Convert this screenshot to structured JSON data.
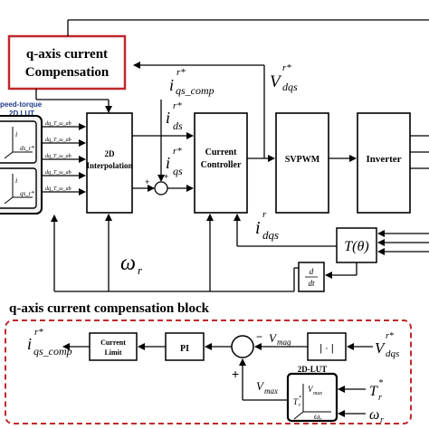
{
  "top": {
    "qaxis_block": {
      "line1": "q-axis current",
      "line2": "Compensation",
      "border_color": "#c0282d"
    },
    "lut_header": {
      "line1": "peed-torque",
      "line2": "2D LUT"
    },
    "interp": {
      "line1": "2D",
      "line2": "Interpolation"
    },
    "controller": {
      "line1": "Current",
      "line2": "Controller"
    },
    "svpwm": "SVPWM",
    "inverter": "Inverter",
    "theta": "T(θ)",
    "derivative": {
      "num": "d",
      "den": "dt"
    },
    "signals": {
      "iqs_comp": {
        "base": "i",
        "sup": "r*",
        "sub": "qs_comp"
      },
      "ids": {
        "base": "i",
        "sup": "r*",
        "sub": "ds"
      },
      "iqs": {
        "base": "i",
        "sup": "r*",
        "sub": "qs"
      },
      "vdqs": {
        "base": "V",
        "sup": "r*",
        "sub": "dqs"
      },
      "idqs": {
        "base": "i",
        "sup": "r",
        "sub": "dqs"
      },
      "omega": {
        "base": "ω",
        "sub": "r"
      }
    },
    "sum_signs": {
      "plus1": "+",
      "plus2": "+"
    },
    "lut_cells": [
      {
        "sup": "i",
        "sub": "ds_r*",
        "label": "dq_T_ω_ab"
      },
      {
        "sup": "i",
        "sub": "qs_r*",
        "label": "dq_T_ω_ab"
      }
    ]
  },
  "bottom": {
    "title": "q-axis current compensation block",
    "border_color": "#c0282d",
    "current_limit": {
      "line1": "Current",
      "line2": "Limit"
    },
    "pi": "PI",
    "abs": "| · |",
    "lut": "2D-LUT",
    "signals": {
      "iqs_comp": {
        "base": "i",
        "sup": "r*",
        "sub": "qs_comp"
      },
      "vmag": {
        "base": "V",
        "sub": "mag"
      },
      "vdqs": {
        "base": "V",
        "sup": "r*",
        "sub": "dqs"
      },
      "vmax": {
        "base": "V",
        "sub": "max"
      },
      "tr": {
        "base": "T",
        "sup": "*",
        "sub": "r"
      },
      "omega": {
        "base": "ω",
        "sub": "r"
      },
      "lut_vmax": {
        "base": "V",
        "sub": "max"
      },
      "lut_tr": {
        "base": "T",
        "sup": "*",
        "sub": "r"
      },
      "lut_omega": {
        "base": "ω",
        "sub": "r"
      }
    },
    "sum_signs": {
      "minus": "−",
      "plus": "+"
    }
  }
}
